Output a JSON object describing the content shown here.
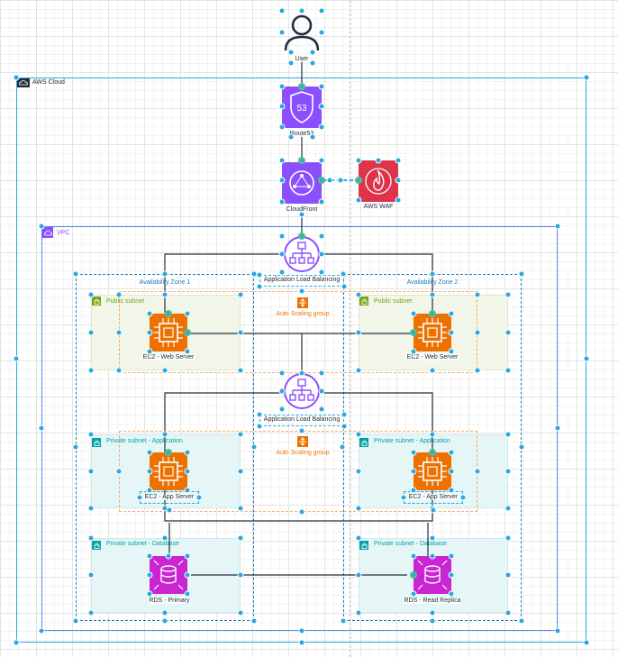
{
  "nodes": {
    "user": "User",
    "route53": "Route53",
    "route53_badge": "53",
    "cloudfront": "CloudFront",
    "waf": "AWS WAF",
    "alb_public": "Application Load Balancing",
    "alb_private": "Application Load Balancing",
    "asg_public": "Auto Scaling group",
    "asg_private": "Auto Scaling group",
    "ec2_web_1": "EC2 - Web Server",
    "ec2_web_2": "EC2 - Web Server",
    "ec2_app_1": "EC2 - App Server",
    "ec2_app_2": "EC2 - App Server",
    "rds_primary": "RDS - Primary",
    "rds_replica": "RDS - Read Replica"
  },
  "groups": {
    "aws_cloud": "AWS Cloud",
    "vpc": "VPC",
    "az1": "Availability Zone 1",
    "az2": "Availability Zone 2",
    "public_subnet_1": "Public subnet",
    "public_subnet_2": "Public subnet",
    "private_app_1": "Private subnet - Application",
    "private_app_2": "Private subnet - Application",
    "private_db_1": "Private subnet - Database",
    "private_db_2": "Private subnet - Database"
  },
  "colors": {
    "cloud_border": "#232f3e",
    "vpc_border": "#8c4fff",
    "az_border": "#147eba",
    "public_subnet_fill": "#f2f6e8",
    "public_subnet_border": "#7aa116",
    "private_subnet_fill": "#e6f6f7",
    "private_subnet_border": "#00a4a6",
    "networking": "#8c4fff",
    "compute": "#ed7100",
    "security": "#dd344c",
    "database": "#c925d1",
    "asg": "#ed7100",
    "selection": "#29a8e0",
    "connector": "#232f3e"
  },
  "icons": {
    "user": "user-icon",
    "route53": "route53-shield-icon",
    "cloudfront": "cloudfront-icon",
    "waf": "waf-flame-icon",
    "alb": "load-balancer-icon",
    "ec2": "chip-icon",
    "rds": "database-icon",
    "asg": "auto-scaling-icon",
    "cloud": "aws-cloud-icon",
    "vpc": "vpc-icon",
    "subnet": "lock-icon"
  }
}
